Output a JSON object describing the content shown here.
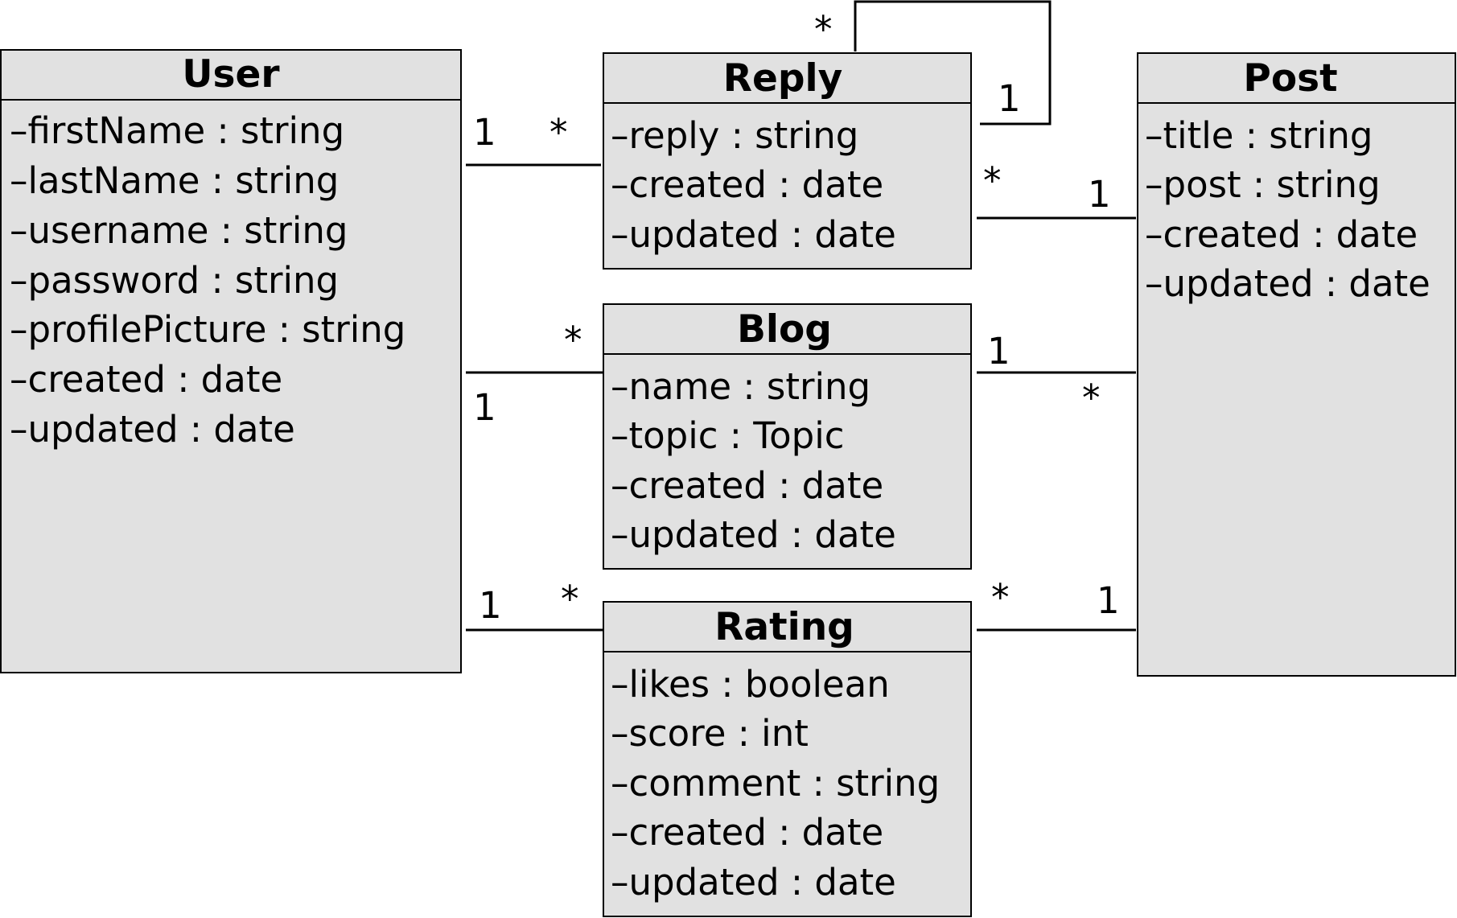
{
  "classes": {
    "user": {
      "name": "User",
      "attributes": [
        "–firstName : string",
        "–lastName : string",
        "–username : string",
        "–password : string",
        "–profilePicture : string",
        "–created : date",
        "–updated : date"
      ]
    },
    "reply": {
      "name": "Reply",
      "attributes": [
        "–reply : string",
        "–created : date",
        "–updated : date"
      ]
    },
    "blog": {
      "name": "Blog",
      "attributes": [
        "–name : string",
        "–topic : Topic",
        "–created : date",
        "–updated : date"
      ]
    },
    "rating": {
      "name": "Rating",
      "attributes": [
        "–likes : boolean",
        "–score : int",
        "–comment : string",
        "–created : date",
        "–updated : date"
      ]
    },
    "post": {
      "name": "Post",
      "attributes": [
        "–title : string",
        "–post : string",
        "–created : date",
        "–updated : date"
      ]
    }
  },
  "associations": {
    "user_reply": {
      "user_end": "1",
      "reply_end": "*"
    },
    "user_blog": {
      "user_end": "1",
      "blog_end": "*"
    },
    "user_rating": {
      "user_end": "1",
      "rating_end": "*"
    },
    "reply_self": {
      "parent_end": "1",
      "child_end": "*"
    },
    "reply_post": {
      "reply_end": "*",
      "post_end": "1"
    },
    "blog_post": {
      "blog_end": "1",
      "post_end": "*"
    },
    "rating_post": {
      "rating_end": "*",
      "post_end": "1"
    }
  }
}
